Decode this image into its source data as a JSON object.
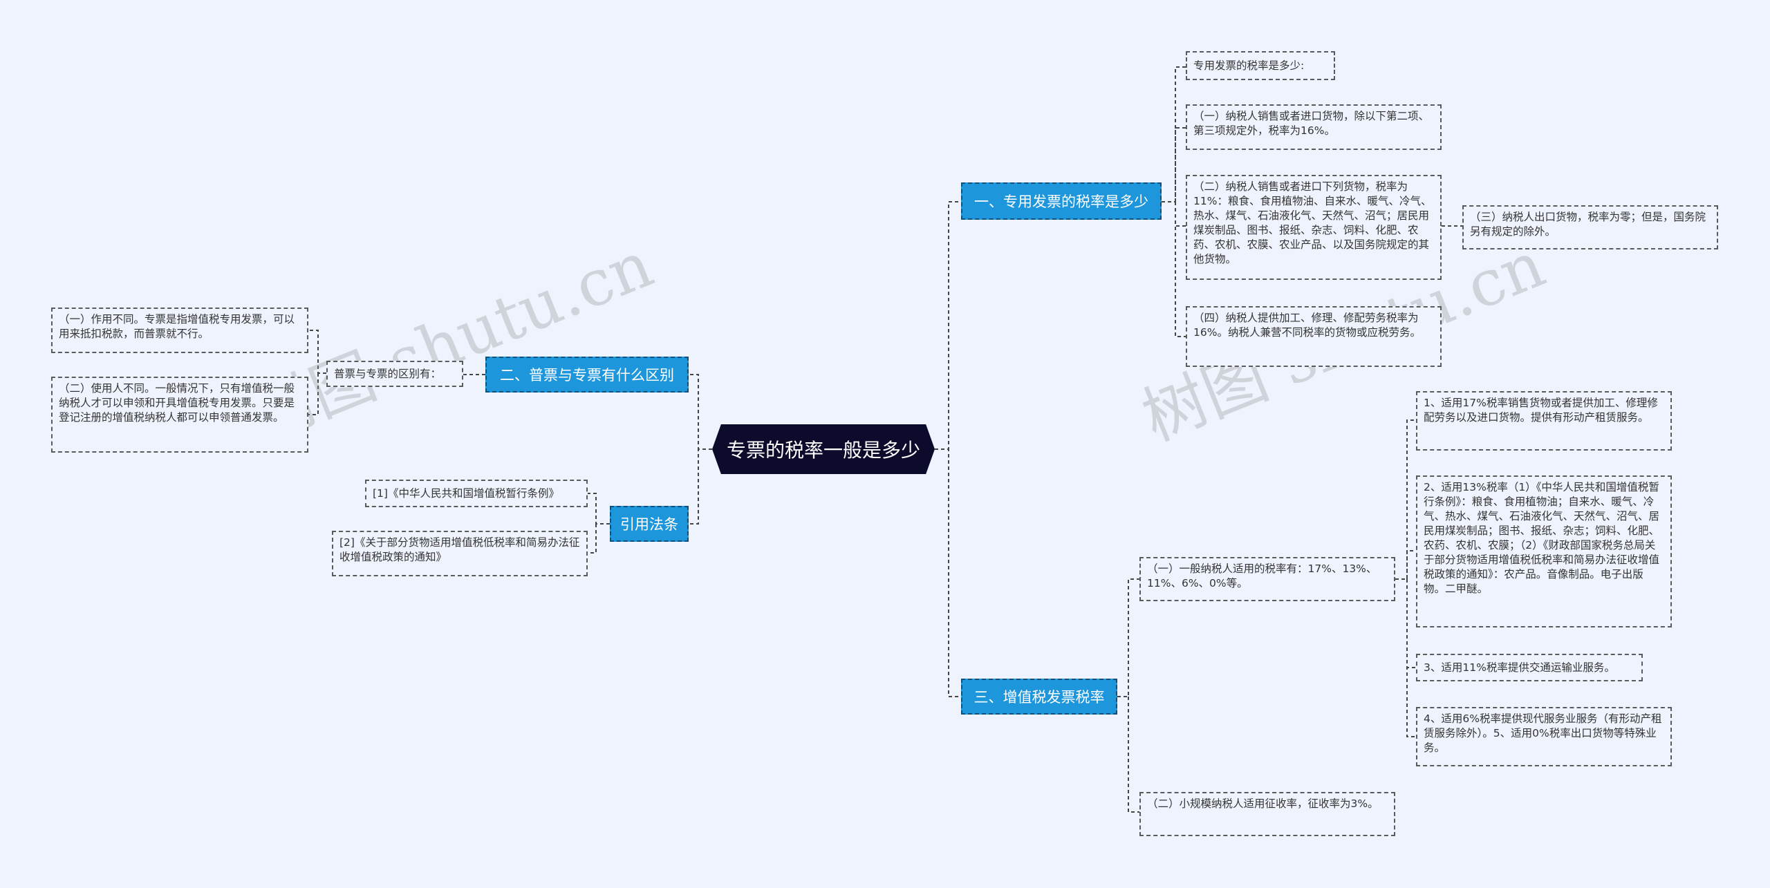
{
  "root": {
    "label": "专票的税率一般是多少"
  },
  "watermark": "树图 shutu.cn",
  "colors": {
    "background": "#eef3fd",
    "root": "#0d0b2c",
    "branch": "#1e96dc",
    "line": "#444444"
  },
  "branches": {
    "b1": {
      "label": "一、专用发票的税率是多少",
      "items": {
        "n0": "专用发票的税率是多少:",
        "n1": "（一）纳税人销售或者进口货物，除以下第二项、第三项规定外，税率为16%。",
        "n2": "（二）纳税人销售或者进口下列货物，税率为11%：粮食、食用植物油、自来水、暖气、冷气、热水、煤气、石油液化气、天然气、沼气；居民用煤炭制品、图书、报纸、杂志、饲料、化肥、农药、农机、农膜、农业产品、以及国务院规定的其他货物。",
        "n3": "（三）纳税人出口货物，税率为零；但是，国务院另有规定的除外。",
        "n4": "（四）纳税人提供加工、修理、修配劳务税率为16%。纳税人兼营不同税率的货物或应税劳务。"
      }
    },
    "b2": {
      "label": "二、普票与专票有什么区别",
      "items": {
        "mid": "普票与专票的区别有：",
        "n1": "（一）作用不同。专票是指增值税专用发票，可以用来抵扣税款，而普票就不行。",
        "n2": "（二）使用人不同。一般情况下，只有增值税一般纳税人才可以申领和开具增值税专用发票。只要是登记注册的增值税纳税人都可以申领普通发票。"
      }
    },
    "b3": {
      "label": "引用法条",
      "items": {
        "n1": "[1]《中华人民共和国增值税暂行条例》",
        "n2": "[2]《关于部分货物适用增值税低税率和简易办法征收增值税政策的通知》"
      }
    },
    "b4": {
      "label": "三、增值税发票税率",
      "items": {
        "m1": "（一）一般纳税人适用的税率有：17%、13%、11%、6%、0%等。",
        "m2": "（二）小规模纳税人适用征收率，征收率为3%。",
        "s1": "1、适用17%税率销售货物或者提供加工、修理修配劳务以及进口货物。提供有形动产租赁服务。",
        "s2": "2、适用13%税率（1）《中华人民共和国增值税暂行条例》：粮食、食用植物油；自来水、暖气、冷气、热水、煤气、石油液化气、天然气、沼气、居民用煤炭制品；图书、报纸、杂志；饲料、化肥、农药、农机、农膜；（2）《财政部国家税务总局关于部分货物适用增值税低税率和简易办法征收增值税政策的通知》：农产品。音像制品。电子出版物。二甲醚。",
        "s3": "3、适用11%税率提供交通运输业服务。",
        "s4": "4、适用6%税率提供现代服务业服务（有形动产租赁服务除外）。5、适用0%税率出口货物等特殊业务。"
      }
    }
  }
}
